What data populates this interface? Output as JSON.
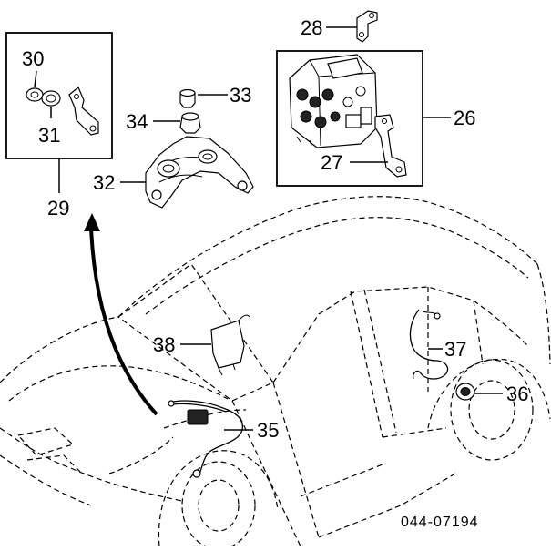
{
  "callouts": {
    "c26": "26",
    "c27": "27",
    "c28": "28",
    "c29": "29",
    "c30": "30",
    "c31": "31",
    "c32": "32",
    "c33": "33",
    "c34": "34",
    "c35": "35",
    "c36": "36",
    "c37": "37",
    "c38": "38"
  },
  "diagram_code": "044-07194"
}
